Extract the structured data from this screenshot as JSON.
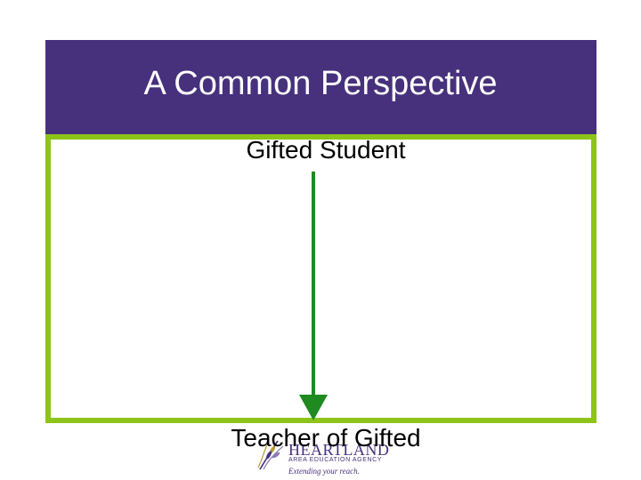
{
  "slide": {
    "title": "A Common Perspective",
    "top_label": "Gifted Student",
    "bottom_label": "Teacher of Gifted"
  },
  "logo": {
    "name": "HEARTLAND",
    "subtitle": "AREA EDUCATION AGENCY",
    "tagline": "Extending your reach."
  },
  "colors": {
    "title_bar": "#47317c",
    "frame_border": "#8ec41a",
    "arrow": "#1f8a1f"
  },
  "icons": {
    "arrow": "down-arrow-icon",
    "logo_mark": "wheat-logo-icon"
  }
}
